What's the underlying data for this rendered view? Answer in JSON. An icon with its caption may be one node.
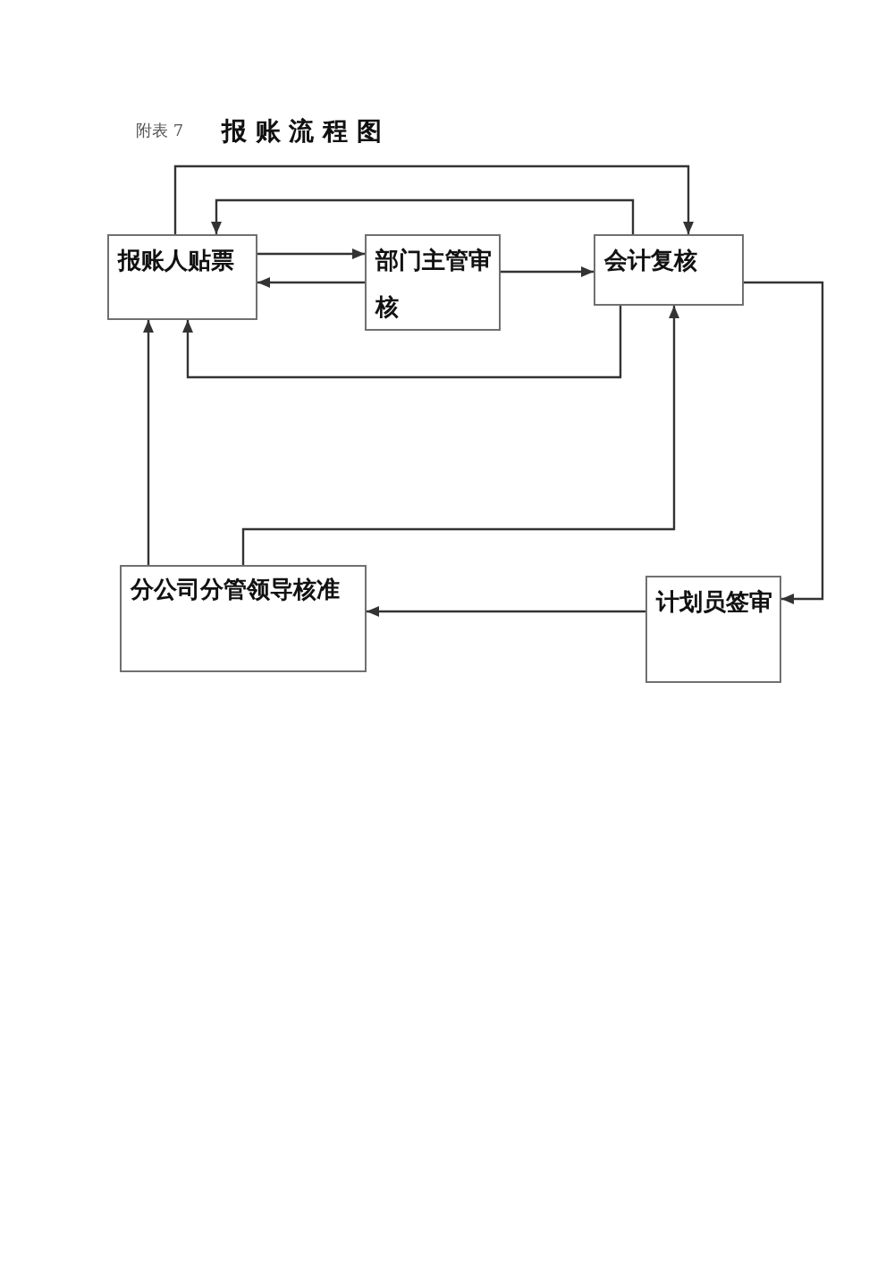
{
  "diagram": {
    "title": "报 账 流 程 图",
    "nodes": [
      {
        "text": [
          "报账人贴票"
        ]
      },
      {
        "text": [
          "部门主管审核"
        ]
      },
      {
        "text": [
          "会计复核"
        ]
      },
      {
        "text": [
          "计划员签审"
        ]
      },
      {
        "text": [
          "分公司分管领导核准"
        ]
      }
    ],
    "edges": [
      {
        "from": 0,
        "to": 1,
        "arrow": "to"
      },
      {
        "from": 1,
        "to": 0,
        "arrow": "to"
      },
      {
        "from": 1,
        "to": 2,
        "arrow": "to"
      },
      {
        "from": 0,
        "to": 2,
        "arrow": "to"
      },
      {
        "from": 2,
        "to": 0,
        "arrow": "to"
      },
      {
        "from": 2,
        "to": 0,
        "arrow": "to"
      },
      {
        "from": 2,
        "to": 3,
        "arrow": "to"
      },
      {
        "from": 3,
        "to": 4,
        "arrow": "to"
      },
      {
        "from": 4,
        "to": 0,
        "arrow": "to"
      },
      {
        "from": 4,
        "to": 2,
        "arrow": "to"
      }
    ],
    "labels": [
      "附表 7"
    ]
  }
}
